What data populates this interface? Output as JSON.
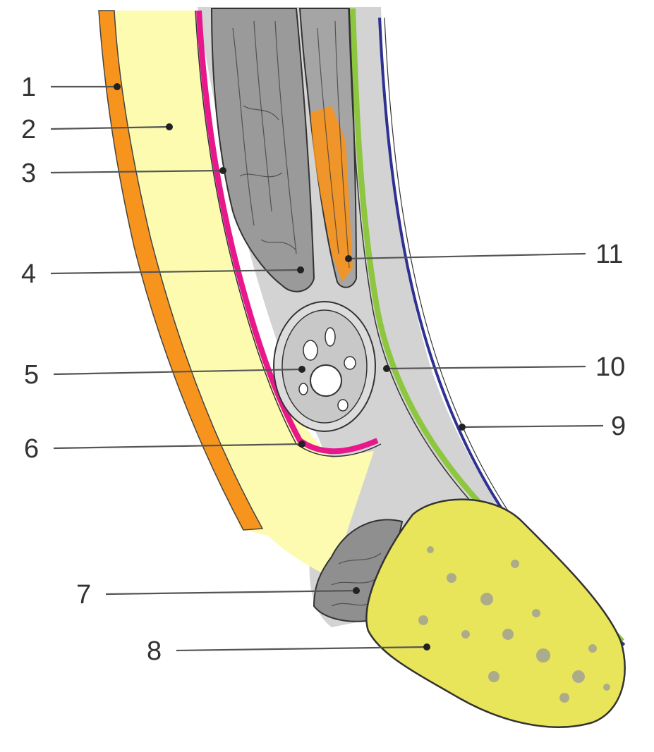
{
  "labels": [
    {
      "id": "1",
      "text": "1"
    },
    {
      "id": "2",
      "text": "2"
    },
    {
      "id": "3",
      "text": "3"
    },
    {
      "id": "4",
      "text": "4"
    },
    {
      "id": "5",
      "text": "5"
    },
    {
      "id": "6",
      "text": "6"
    },
    {
      "id": "7",
      "text": "7"
    },
    {
      "id": "8",
      "text": "8"
    },
    {
      "id": "9",
      "text": "9"
    },
    {
      "id": "10",
      "text": "10"
    },
    {
      "id": "11",
      "text": "11"
    }
  ],
  "colors": {
    "orange_layer": "#f7941d",
    "fat_layer": "#fdfbb0",
    "magenta_layer": "#e8178c",
    "muscle": "#8a8a8a",
    "connective": "#cfcfcf",
    "green_layer": "#8dc63f",
    "blue_layer": "#2e3192",
    "bone": "#e9e55a",
    "outline": "#333333"
  }
}
